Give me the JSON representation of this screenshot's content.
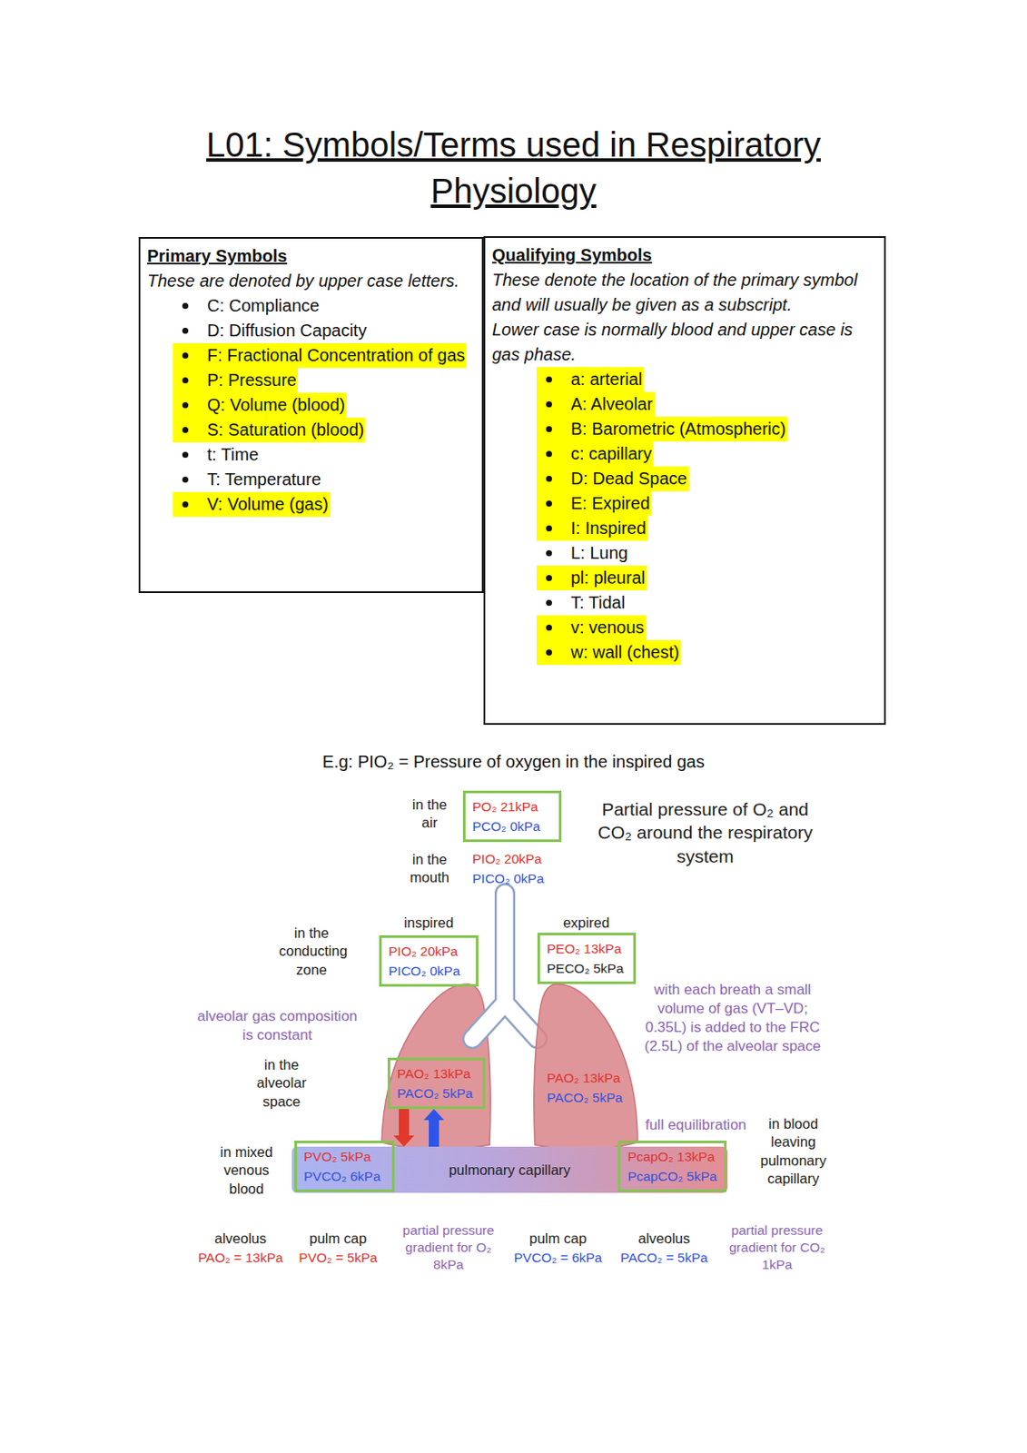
{
  "diagram": {
    "title": "L01: Symbols/Terms used in Respiratory Physiology",
    "nodes": [
      {
        "text": [
          "Primary Symbols",
          "These are denoted by upper case letters.",
          "C: Compliance",
          "D: Diffusion Capacity",
          "F: Fractional Concentration of gas",
          "P: Pressure",
          "Q: Volume (blood)",
          "S: Saturation (blood)",
          "t: Time",
          "T: Temperature",
          "V: Volume (gas)"
        ]
      },
      {
        "text": [
          "Qualifying Symbols",
          "These denote the location of the primary symbol and will usually be given as a subscript.",
          "Lower case is normally blood and upper case is gas phase.",
          "a: arterial",
          "A: Alveolar",
          "B: Barometric (Atmospheric)",
          "c: capillary",
          "D: Dead Space",
          "E: Expired",
          "I: Inspired",
          "L: Lung",
          "pl: pleural",
          "T: Tidal",
          "v: venous",
          "w: wall (chest)"
        ]
      },
      {
        "text": [
          "PO₂ 21kPa",
          "PCO₂ 0kPa"
        ]
      },
      {
        "text": [
          "PIO₂ 20kPa",
          "PICO₂ 0kPa"
        ]
      },
      {
        "text": [
          "PEO₂ 13kPa",
          "PECO₂ 5kPa"
        ]
      },
      {
        "text": [
          "PAO₂ 13kPa",
          "PACO₂ 5kPa"
        ]
      },
      {
        "text": [
          "PAO₂ 13kPa",
          "PACO₂ 5kPa"
        ]
      },
      {
        "text": [
          "pulmonary capillary"
        ]
      },
      {
        "text": [
          "PVO₂ 5kPa",
          "PVCO₂ 6kPa"
        ],
        "in": 7
      },
      {
        "text": [
          "PcapO₂ 13kPa",
          "PcapCO₂ 5kPa"
        ],
        "in": 7
      }
    ],
    "edges": [
      {
        "from": 6,
        "to": 7,
        "arrow": "to"
      },
      {
        "from": 7,
        "to": 6,
        "arrow": "to"
      }
    ],
    "labels": [
      "E.g: PIO₂ = Pressure of oxygen in the inspired gas",
      "in the air",
      "Partial pressure of O₂ and CO₂ around the respiratory system",
      "in the mouth",
      "PIO₂ 20kPa",
      "PICO₂ 0kPa",
      "in the conducting zone",
      "inspired",
      "expired",
      "with each breath a small volume of gas (VT–VD; 0.35L) is added to the FRC (2.5L) of the alveolar space",
      "alveolar gas composition is constant",
      "in the alveolar space",
      "full equilibration",
      "in blood leaving pulmonary capillary",
      "in mixed venous blood",
      "alveolus",
      "PAO₂ = 13kPa",
      "pulm cap",
      "PVO₂ = 5kPa",
      "partial pressure gradient for O₂ 8kPa",
      "pulm cap",
      "PVCO₂ = 6kPa",
      "alveolus",
      "PACO₂ = 5kPa",
      "partial pressure gradient for CO₂ 1kPa"
    ]
  }
}
